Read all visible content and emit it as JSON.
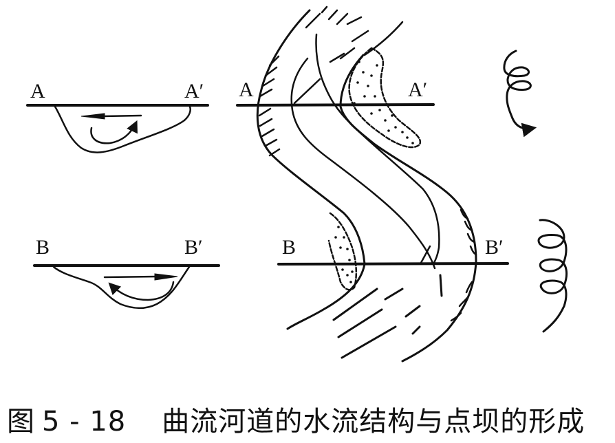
{
  "figure": {
    "caption": {
      "prefix": "图",
      "number": "5 - 18",
      "title": "曲流河道的水流结构与点坝的形成"
    },
    "labels": {
      "section_A_left": "A",
      "section_A_right": "A′",
      "section_B_left": "B",
      "section_B_right": "B′",
      "plan_A_left": "A",
      "plan_A_right": "A′",
      "plan_B_left": "B",
      "plan_B_right": "B′"
    },
    "components": [
      {
        "name": "cross-section-A",
        "description": "Channel cross-section A–A′ with deep side on left; surface flow arrow leftward, bottom return flow rightward"
      },
      {
        "name": "cross-section-B",
        "description": "Channel cross-section B–B′ with deep side on right; surface flow arrow rightward, bottom return flow leftward"
      },
      {
        "name": "meander-plan-view",
        "description": "Plan view of a meandering channel with cut-bank hatching (erosion) and stippled point bars (deposition)"
      },
      {
        "name": "helical-flow-A",
        "description": "Spiral (helical) flow symbol for bend A"
      },
      {
        "name": "helical-flow-B",
        "description": "Spiral (helical) flow symbol for bend B"
      }
    ],
    "colors": {
      "ink": "#111111",
      "background": "#ffffff"
    }
  }
}
